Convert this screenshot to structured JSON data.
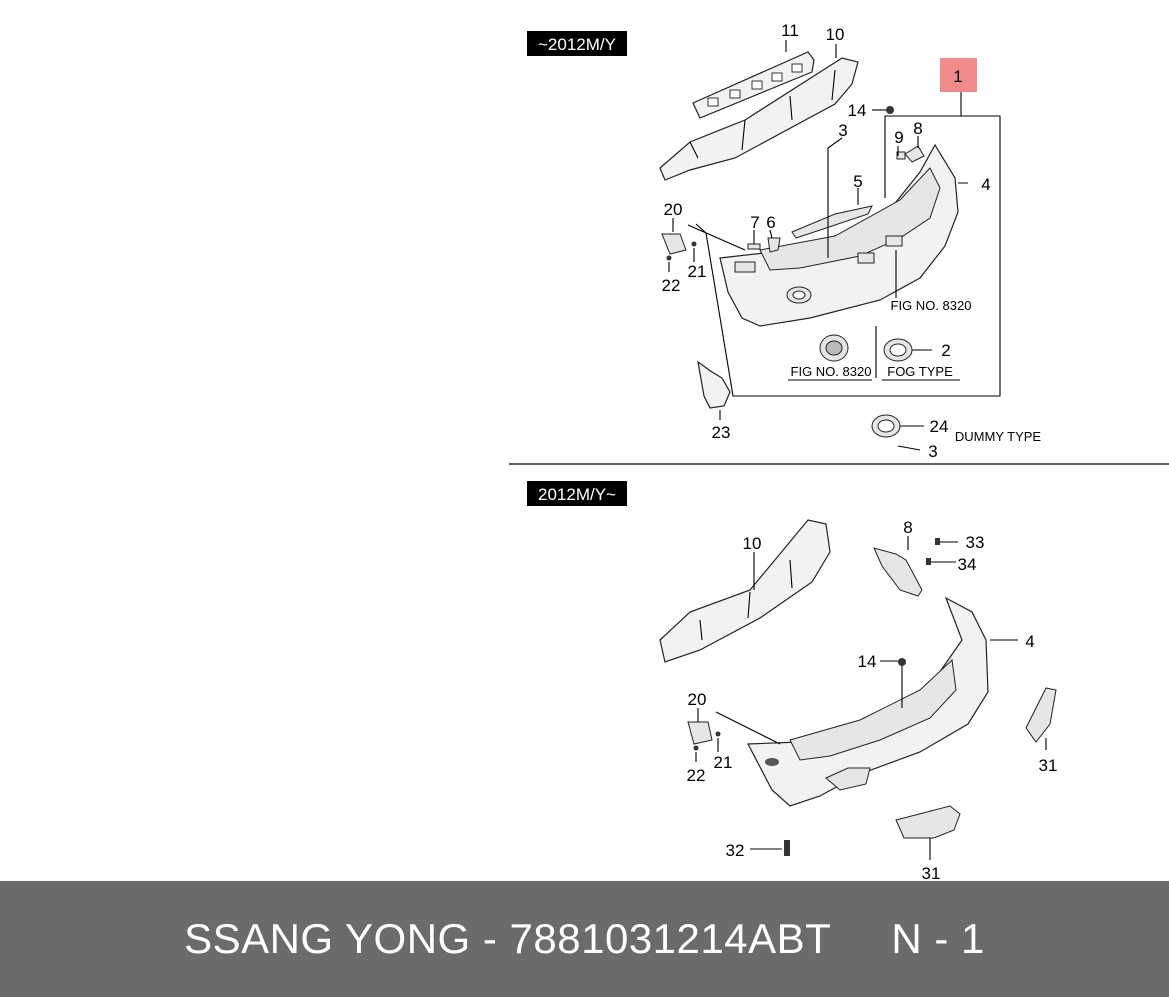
{
  "top_section": {
    "year_label": "~2012M/Y",
    "highlight_callout": "1",
    "callouts": [
      "11",
      "10",
      "14",
      "3",
      "9",
      "8",
      "5",
      "4",
      "7",
      "6",
      "20",
      "21",
      "22",
      "2",
      "23",
      "24",
      "3"
    ],
    "fig_ref_1": "FIG NO. 8320",
    "fig_ref_2": "FIG NO. 8320",
    "fog_type": "FOG TYPE",
    "dummy_type": "DUMMY TYPE"
  },
  "bottom_section": {
    "year_label": "2012M/Y~",
    "callouts": [
      "10",
      "8",
      "33",
      "34",
      "4",
      "14",
      "20",
      "22",
      "21",
      "31",
      "31",
      "32"
    ]
  },
  "footer": {
    "brand": "SSANG YONG",
    "separator": " - ",
    "part_number": "7881031214ABT",
    "page": "N - 1"
  },
  "colors": {
    "footer_bg": "#6b6b6b",
    "highlight": "#f28b8b",
    "label_bg": "#000000"
  }
}
